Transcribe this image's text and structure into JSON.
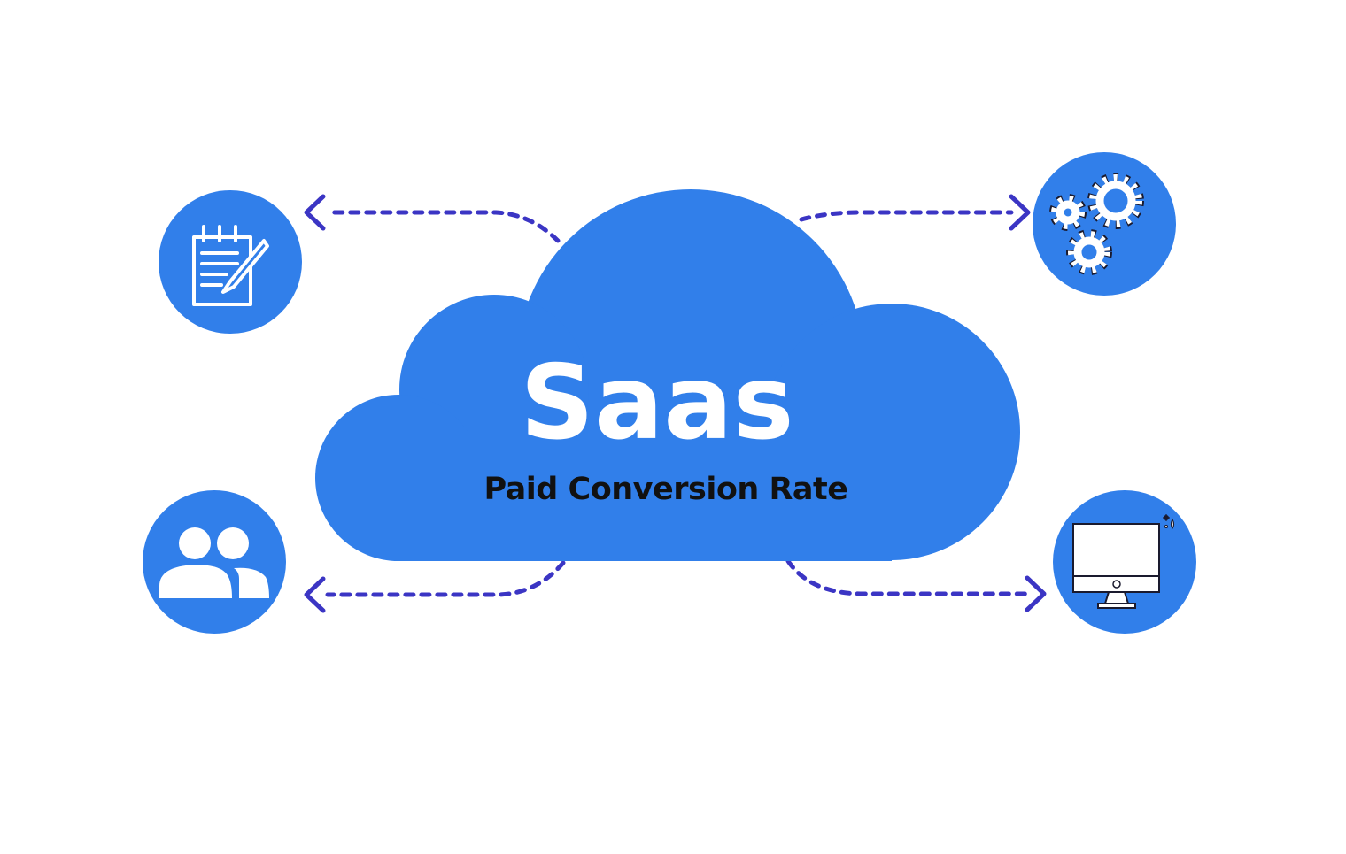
{
  "diagram": {
    "title": "Saas",
    "subtitle": "Paid Conversion Rate",
    "colors": {
      "primary": "#317fea",
      "connector": "#3b35c4",
      "icon_light": "#ffffff",
      "icon_dark": "#1a1a2e",
      "subtitle_text": "#111111"
    },
    "nodes": [
      {
        "id": "notes",
        "icon": "notepad-pencil-icon"
      },
      {
        "id": "settings",
        "icon": "gears-icon"
      },
      {
        "id": "users",
        "icon": "users-icon"
      },
      {
        "id": "computer",
        "icon": "monitor-icon"
      }
    ]
  }
}
